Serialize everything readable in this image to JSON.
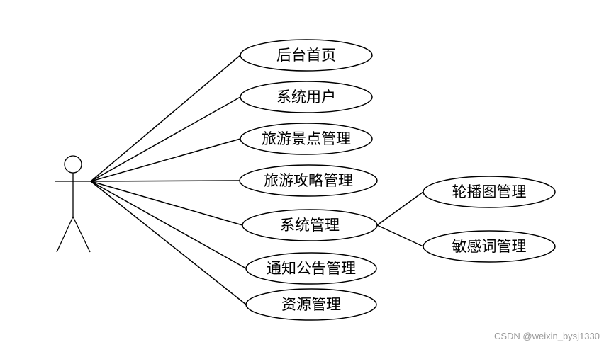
{
  "use_cases": [
    {
      "id": "backend-home",
      "label": "后台首页"
    },
    {
      "id": "system-users",
      "label": "系统用户"
    },
    {
      "id": "scenic-spot-management",
      "label": "旅游景点管理"
    },
    {
      "id": "travel-guide-management",
      "label": "旅游攻略管理"
    },
    {
      "id": "system-management",
      "label": "系统管理"
    },
    {
      "id": "notice-management",
      "label": "通知公告管理"
    },
    {
      "id": "resource-management",
      "label": "资源管理"
    },
    {
      "id": "carousel-management",
      "label": "轮播图管理"
    },
    {
      "id": "sensitive-word-management",
      "label": "敏感词管理"
    }
  ],
  "actor_links": [
    "backend-home",
    "system-users",
    "scenic-spot-management",
    "travel-guide-management",
    "system-management",
    "notice-management",
    "resource-management"
  ],
  "sub_links": [
    {
      "from": "system-management",
      "to": "carousel-management"
    },
    {
      "from": "system-management",
      "to": "sensitive-word-management"
    }
  ],
  "watermark": "CSDN @weixin_bysj1330",
  "colors": {
    "stroke": "#000000",
    "watermark": "#9a9a9a"
  }
}
